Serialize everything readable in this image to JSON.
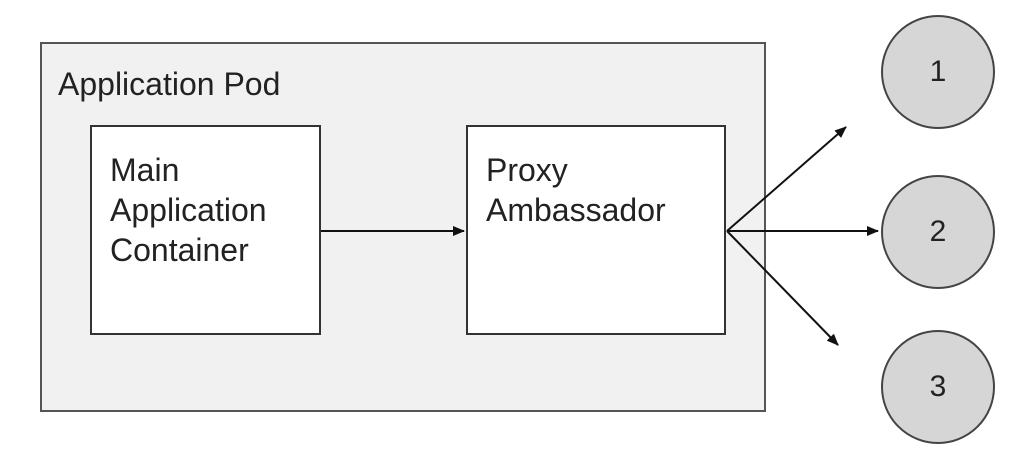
{
  "pod": {
    "title": "Application Pod"
  },
  "main_container": {
    "lines": [
      "Main",
      "Application",
      "Container"
    ]
  },
  "proxy": {
    "lines": [
      "Proxy",
      "Ambassador"
    ]
  },
  "nodes": [
    "1",
    "2",
    "3"
  ]
}
